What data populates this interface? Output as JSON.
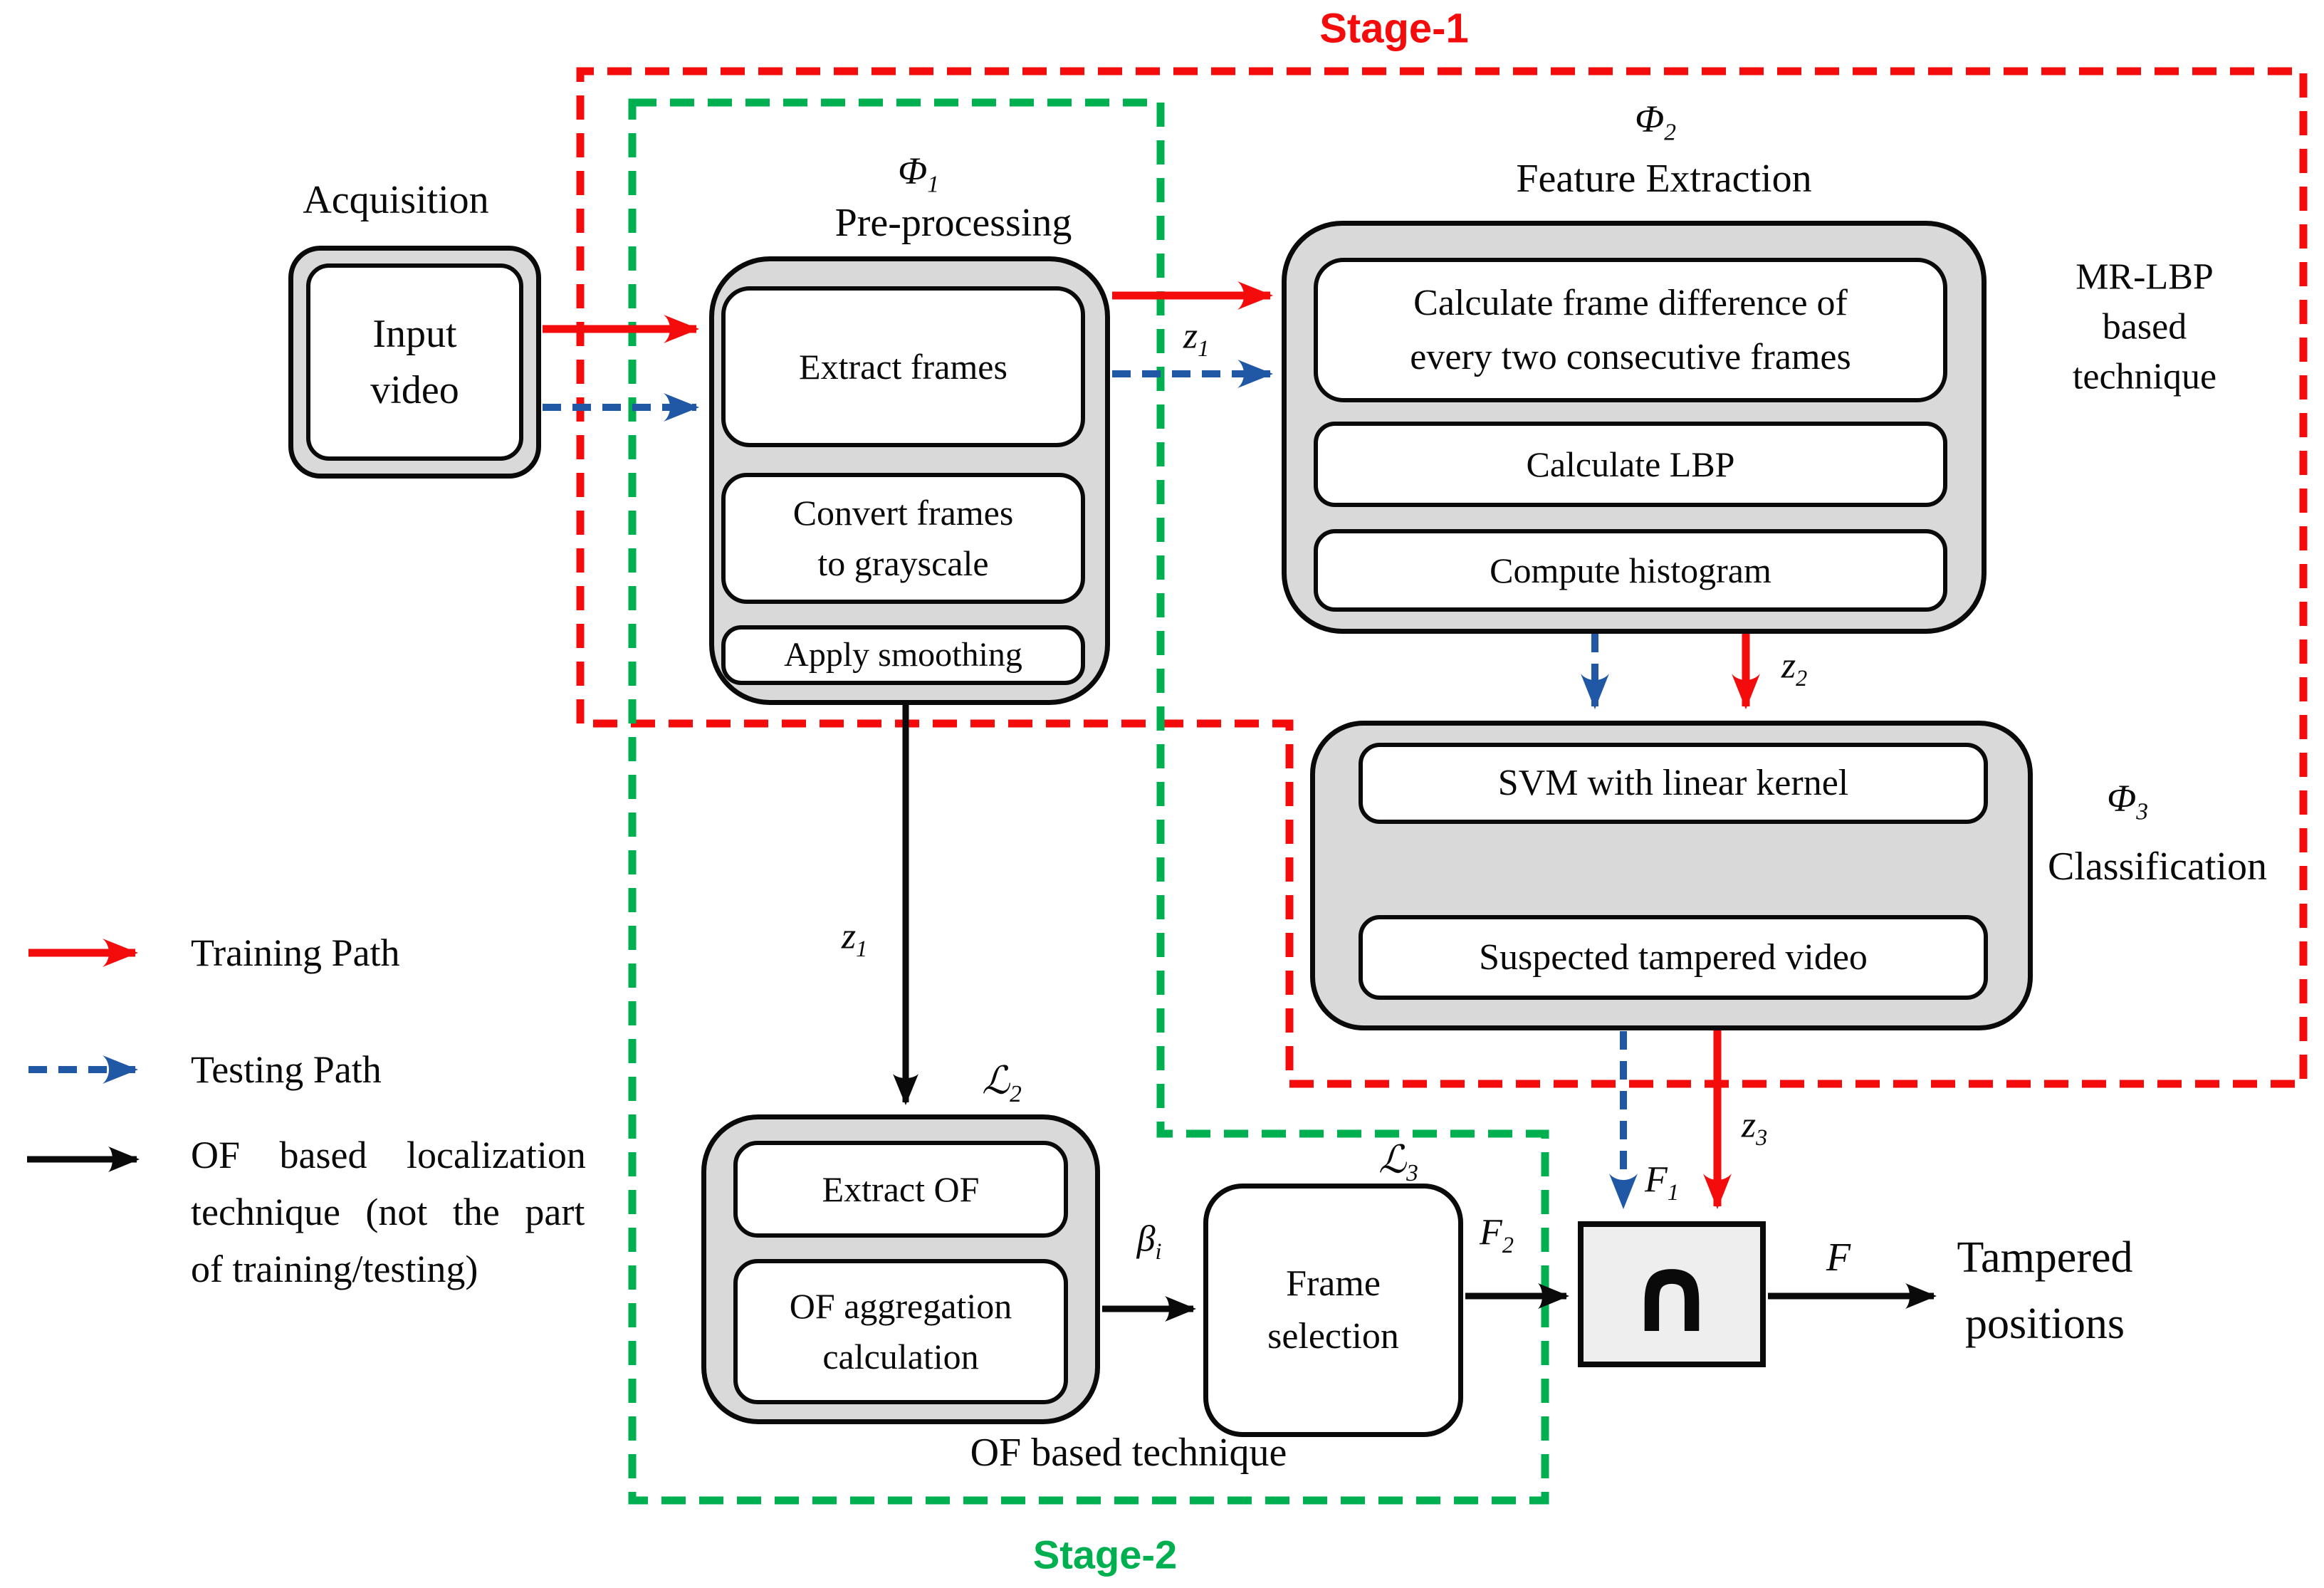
{
  "stage1": {
    "label": "Stage-1"
  },
  "stage2": {
    "label": "Stage-2"
  },
  "acquisition": {
    "title": "Acquisition",
    "input_box": "Input\nvideo"
  },
  "preprocessing": {
    "phi_base": "Φ",
    "phi_sub": "1",
    "title": "Pre-processing",
    "step1": "Extract frames",
    "step2": "Convert frames\nto grayscale",
    "step3": "Apply smoothing"
  },
  "feature_extraction": {
    "phi_base": "Φ",
    "phi_sub": "2",
    "title": "Feature Extraction",
    "step1": "Calculate frame difference of\nevery two consecutive frames",
    "step2": "Calculate LBP",
    "step3": "Compute histogram",
    "side_note": "MR-LBP based\ntechnique"
  },
  "classification": {
    "phi_base": "Φ",
    "phi_sub": "3",
    "title": "Classification",
    "step1": "SVM with linear kernel",
    "step2": "Suspected tampered video"
  },
  "of_module": {
    "l2_base": "ℒ",
    "l2_sub": "2",
    "step1": "Extract OF",
    "step2": "OF aggregation\ncalculation",
    "l3_base": "ℒ",
    "l3_sub": "3",
    "frame_selection": "Frame\nselection",
    "caption": "OF based technique"
  },
  "intersection": {
    "symbol": "∩"
  },
  "output": {
    "label": "Tampered\npositions"
  },
  "signals": {
    "z1a": {
      "base": "z",
      "sub": "1"
    },
    "z1b": {
      "base": "z",
      "sub": "1"
    },
    "z2": {
      "base": "z",
      "sub": "2"
    },
    "z3": {
      "base": "z",
      "sub": "3"
    },
    "f1": {
      "base": "F",
      "sub": "1"
    },
    "f2": {
      "base": "F",
      "sub": "2"
    },
    "f": {
      "base": "F",
      "sub": ""
    },
    "beta": {
      "base": "β",
      "sub": "i"
    }
  },
  "legend": {
    "training": "Training Path",
    "testing": "Testing Path",
    "of_line1": "OF based localization",
    "of_line2": "technique (not the part",
    "of_line3": "of training/testing)"
  },
  "colors": {
    "training_red": "#f40b0b",
    "stage2_green": "#00b050",
    "testing_blue": "#2158a6",
    "container_gray": "#d9d9d9",
    "intersection_gray": "#eeeeee",
    "line_black": "#0a0a0a"
  }
}
